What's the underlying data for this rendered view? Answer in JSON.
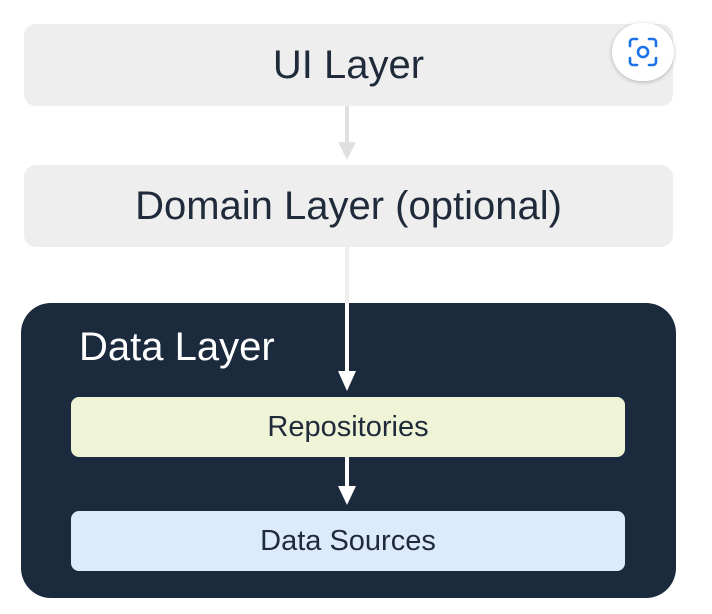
{
  "diagram": {
    "ui_layer": "UI Layer",
    "domain_layer": "Domain Layer (optional)",
    "data_layer": {
      "title": "Data Layer",
      "repositories": "Repositories",
      "data_sources": "Data Sources"
    }
  },
  "toolbar": {
    "lens_icon": "google-lens-icon"
  },
  "colors": {
    "outer_box": "#eeeeee",
    "data_layer_bg": "#1b2a3d",
    "repositories_bg": "#f0f4d6",
    "data_sources_bg": "#dcebfb",
    "text_dark": "#1f2a3a",
    "icon_blue": "#1a73e8"
  }
}
